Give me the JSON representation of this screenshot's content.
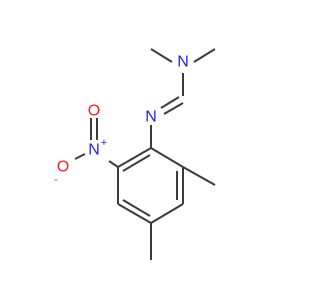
{
  "structure": {
    "atoms": [
      {
        "id": "N_amine",
        "label": "N",
        "charge": "",
        "color": "#2222ee"
      },
      {
        "id": "N_imine",
        "label": "N",
        "charge": "",
        "color": "#2222ee"
      },
      {
        "id": "N_nitro",
        "label": "N",
        "charge": "+",
        "color": "#2222ee"
      },
      {
        "id": "O_dbl",
        "label": "O",
        "charge": "",
        "color": "#ee2222"
      },
      {
        "id": "O_neg",
        "label": "O",
        "charge": "-",
        "color": "#ee2222"
      }
    ],
    "colors": {
      "bond": "#3b3b3b",
      "nitrogen": "#2222ee",
      "oxygen": "#ee2222"
    }
  }
}
